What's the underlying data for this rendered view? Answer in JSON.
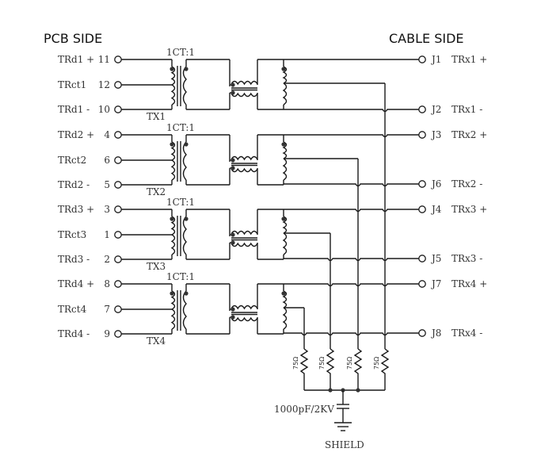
{
  "headers": {
    "left": "PCB SIDE",
    "right": "CABLE SIDE"
  },
  "channels": [
    {
      "tx": "TX1",
      "ratio": "1CT:1",
      "pins": [
        {
          "name": "TRd1 +",
          "num": "11"
        },
        {
          "name": "TRct1",
          "num": "12"
        },
        {
          "name": "TRd1 -",
          "num": "10"
        }
      ]
    },
    {
      "tx": "TX2",
      "ratio": "1CT:1",
      "pins": [
        {
          "name": "TRd2 +",
          "num": "4"
        },
        {
          "name": "TRct2",
          "num": "6"
        },
        {
          "name": "TRd2 -",
          "num": "5"
        }
      ]
    },
    {
      "tx": "TX3",
      "ratio": "1CT:1",
      "pins": [
        {
          "name": "TRd3 +",
          "num": "3"
        },
        {
          "name": "TRct3",
          "num": "1"
        },
        {
          "name": "TRd3 -",
          "num": "2"
        }
      ]
    },
    {
      "tx": "TX4",
      "ratio": "1CT:1",
      "pins": [
        {
          "name": "TRd4 +",
          "num": "8"
        },
        {
          "name": "TRct4",
          "num": "7"
        },
        {
          "name": "TRd4 -",
          "num": "9"
        }
      ]
    }
  ],
  "cable_pins": [
    {
      "j": "J1",
      "name": "TRx1 +"
    },
    {
      "j": "J2",
      "name": "TRx1 -"
    },
    {
      "j": "J3",
      "name": "TRx2 +"
    },
    {
      "j": "J6",
      "name": "TRx2 -"
    },
    {
      "j": "J4",
      "name": "TRx3 +"
    },
    {
      "j": "J5",
      "name": "TRx3 -"
    },
    {
      "j": "J7",
      "name": "TRx4 +"
    },
    {
      "j": "J8",
      "name": "TRx4 -"
    }
  ],
  "resistors": [
    "75Ω",
    "75Ω",
    "75Ω",
    "75Ω"
  ],
  "capacitor": "1000pF/2KV",
  "ground_label": "SHIELD"
}
